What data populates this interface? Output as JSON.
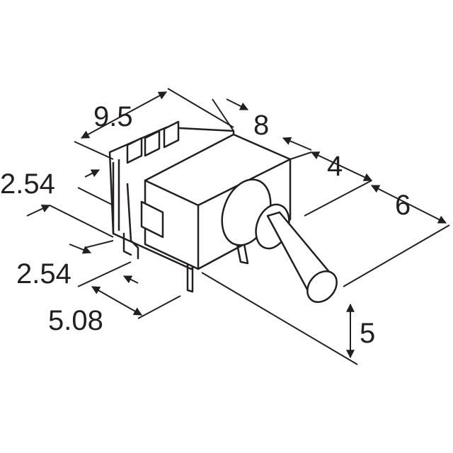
{
  "drawing": {
    "subject": "toggle-switch",
    "dimensions": {
      "width_top": "9.5",
      "body_length": "8",
      "bushing_length": "4",
      "lever_length": "6",
      "pin_pitch_upper": "2.54",
      "pin_pitch_lower": "2.54",
      "pin_row_spacing": "5.08",
      "height": "5"
    },
    "line_color": "#231f20"
  }
}
